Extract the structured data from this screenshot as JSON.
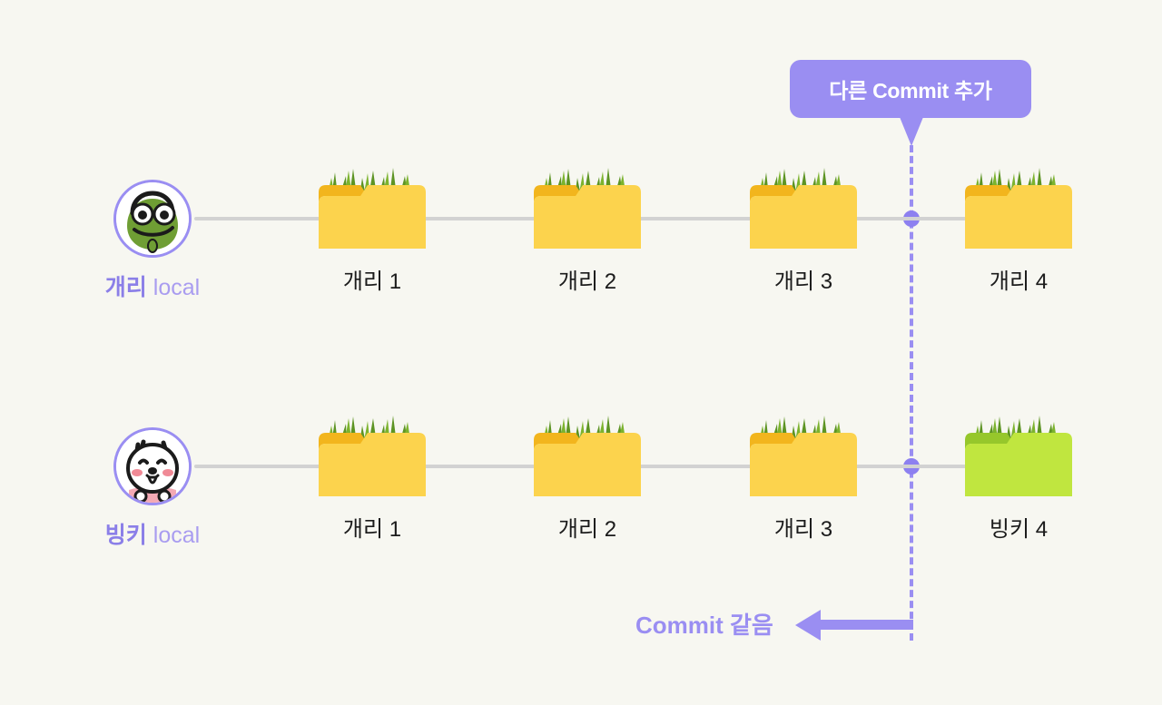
{
  "background_color": "#f7f7f1",
  "accent_color": "#9a8ef2",
  "callout": {
    "text": "다른 Commit 추가",
    "bg_color": "#9a8ef2",
    "text_color": "#ffffff"
  },
  "marker": {
    "name": "commit-divider",
    "style": "dashed-vertical",
    "color": "#9a8ef2",
    "dot_color": "#8d80f0"
  },
  "bottom_annotation": {
    "text": "Commit 같음",
    "color": "#9a8ef2",
    "arrow_direction": "left"
  },
  "rows": [
    {
      "id": "row-gary",
      "actor": {
        "name": "개리",
        "scope": "local",
        "avatar_icon": "frog-avatar-icon"
      },
      "nodes": [
        {
          "label": "개리 1",
          "folder_color": "yellow"
        },
        {
          "label": "개리 2",
          "folder_color": "yellow"
        },
        {
          "label": "개리 3",
          "folder_color": "yellow"
        },
        {
          "label": "개리 4",
          "folder_color": "yellow"
        }
      ]
    },
    {
      "id": "row-binky",
      "actor": {
        "name": "빙키",
        "scope": "local",
        "avatar_icon": "dog-avatar-icon"
      },
      "nodes": [
        {
          "label": "개리 1",
          "folder_color": "yellow"
        },
        {
          "label": "개리 2",
          "folder_color": "yellow"
        },
        {
          "label": "개리 3",
          "folder_color": "yellow"
        },
        {
          "label": "빙키 4",
          "folder_color": "green"
        }
      ]
    }
  ],
  "folder_palette": {
    "yellow_front": "#fcd34d",
    "yellow_back": "#f2b51d",
    "green_front": "#c0e63f",
    "green_back": "#96c72b",
    "grass_light": "#7cb32e",
    "grass_dark": "#5d9424"
  }
}
